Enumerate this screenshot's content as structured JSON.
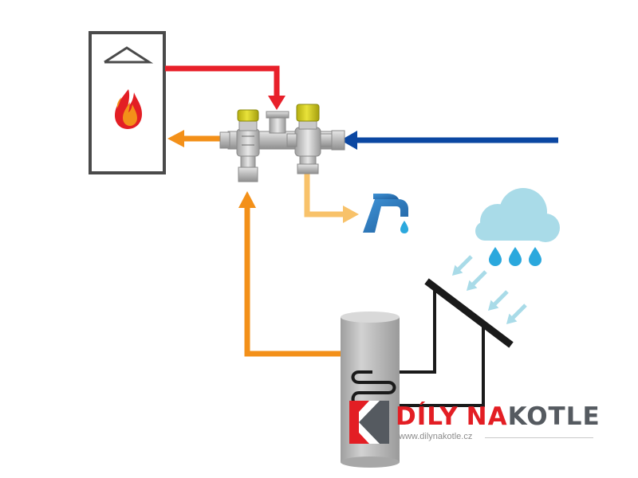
{
  "colors": {
    "hot_pipe": "#e8202a",
    "mixed_pipe": "#f39019",
    "tap_pipe": "#f8c26a",
    "cold_pipe": "#0b47a2",
    "tap": "#2d7cc1",
    "cloud": "#a9dbe8",
    "rain_drop": "#2ba8dd",
    "rain_arrow": "#a9dbe8",
    "collector": "#1a1a1a",
    "tank": "#b8b8b8",
    "boiler_frame": "#4a4a4a",
    "valve_cap": "#dcd51c",
    "flame_red": "#e31e24",
    "flame_orange": "#f39019",
    "brand_red": "#e31e24",
    "brand_grey": "#555a60"
  },
  "icons": {
    "boiler": "boiler-icon",
    "flame": "flame-icon",
    "tap": "water-tap-icon",
    "cloud": "rain-cloud-icon",
    "collector": "solar-collector-icon",
    "tank": "storage-tank-icon",
    "valve": "mixing-valve-icon",
    "logo": "k-logo-icon"
  },
  "brand": {
    "word1": "DÍLY",
    "word2": "NA",
    "word3": "KOTLE",
    "url": "www.dilynakotle.cz"
  }
}
